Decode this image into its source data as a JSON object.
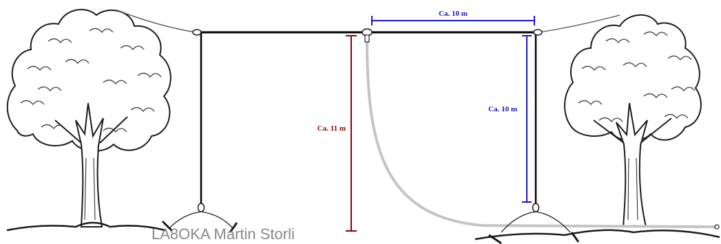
{
  "labels": {
    "horizontal_length": "Ca. 10 m",
    "right_drop_length": "Ca. 10 m",
    "mast_height": "Ca. 11 m",
    "credit": "LA8OKA Martin Storli"
  },
  "colors": {
    "antenna_wire": "#000000",
    "support_rope": "#4a4a4a",
    "feedline": "#c4c4c4",
    "dimension_blue": "#1515c8",
    "dimension_red": "#8b0000",
    "credit_text": "#7c7c7c",
    "tree_ink": "#1a1a1a"
  },
  "icons": {
    "left_tree": "tree-icon",
    "right_tree": "tree-icon",
    "ground_anchor": "ground-peg-icon"
  }
}
